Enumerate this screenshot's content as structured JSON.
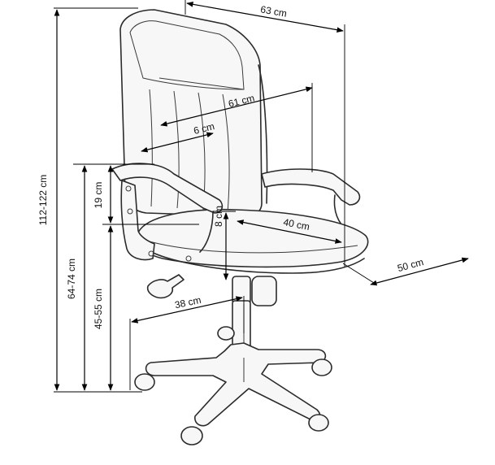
{
  "dimensions": {
    "total_height": "112-122 cm",
    "armrest_height": "64-74 cm",
    "seat_height": "45-55 cm",
    "armrest_above_seat": "19 cm",
    "seat_cushion": "8 cm",
    "overall_width": "63 cm",
    "backrest_width": "61 cm",
    "backrest_padding": "6 cm",
    "seat_width": "40 cm",
    "overall_depth": "50 cm",
    "base_radius": "38 cm"
  }
}
